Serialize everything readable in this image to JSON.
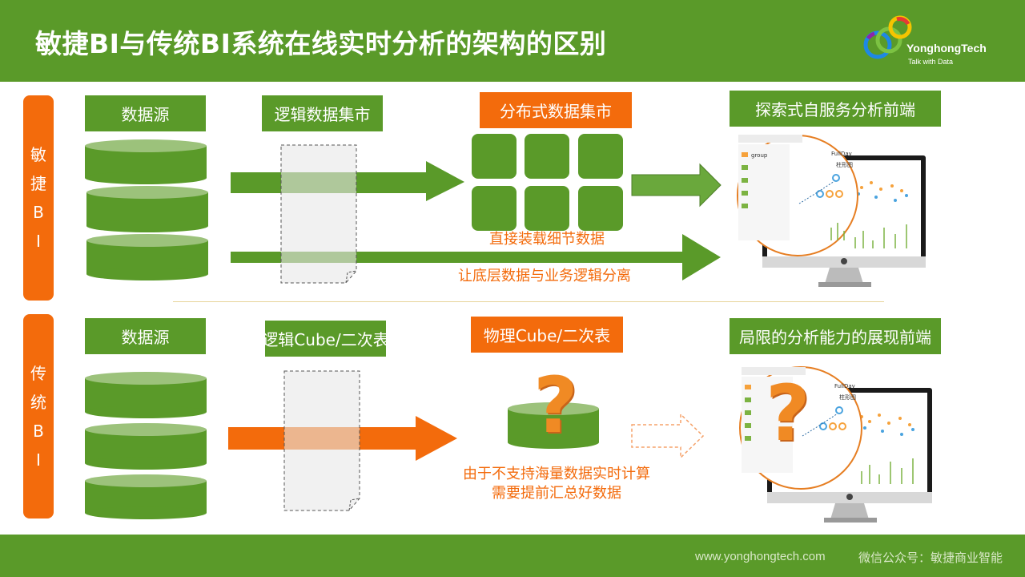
{
  "title": "敏捷BI与传统BI系统在线实时分析的架构的区别",
  "logo": {
    "name": "YonghongTech",
    "tagline": "Talk with Data"
  },
  "footer": {
    "url": "www.yonghongtech.com",
    "wechat": "微信公众号：敏捷商业智能"
  },
  "agile": {
    "side_label": [
      "敏",
      "捷",
      "B",
      "I"
    ],
    "data_source": "数据源",
    "logic_mart": "逻辑数据集市",
    "distributed_mart": "分布式数据集市",
    "frontend": "探索式自服务分析前端",
    "note_load": "直接装载细节数据",
    "note_separate": "让底层数据与业务逻辑分离"
  },
  "traditional": {
    "side_label": [
      "传",
      "统",
      "B",
      "I"
    ],
    "data_source": "数据源",
    "logic_cube": "逻辑Cube/二次表",
    "physical_cube": "物理Cube/二次表",
    "frontend": "局限的分析能力的展现前端",
    "note_line1": "由于不支持海量数据实时计算",
    "note_line2": "需要提前汇总好数据",
    "question": "?"
  },
  "screen": {
    "search_label": "group",
    "full_label": "FullDay",
    "tab_label": "柱形图"
  },
  "colors": {
    "green": "#5a9a29",
    "orange": "#f36b0c",
    "light_green": "#9cc27b",
    "light_orange": "#f5a26a"
  }
}
